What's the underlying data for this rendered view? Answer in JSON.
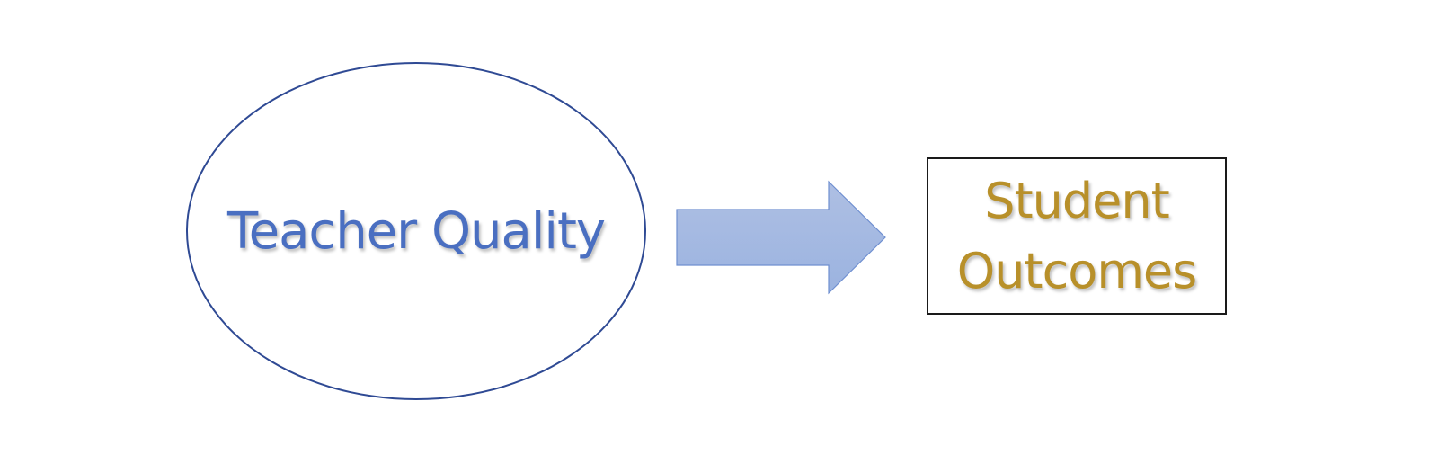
{
  "diagram": {
    "source_node": {
      "label": "Teacher Quality",
      "shape": "ellipse",
      "text_color": "#4a6fc1",
      "border_color": "#2f4a94"
    },
    "connector": {
      "type": "block-arrow",
      "direction": "right",
      "fill_top": "#aebfe3",
      "fill_bottom": "#9bb3e0",
      "stroke": "#6f8fd0"
    },
    "target_node": {
      "label_lines": [
        "Student",
        "Outcomes"
      ],
      "shape": "rectangle",
      "text_color": "#b8902a",
      "border_color": "#1a1a1a"
    }
  }
}
